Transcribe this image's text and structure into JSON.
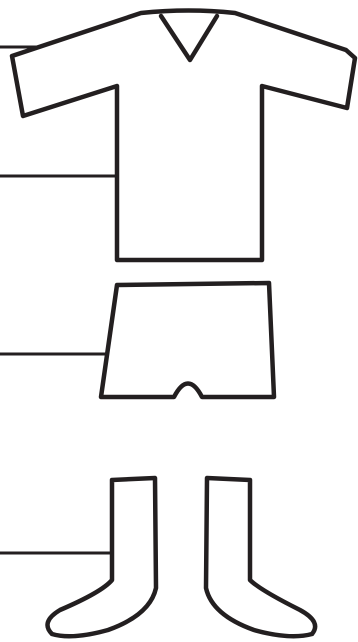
{
  "diagram": {
    "parts": [
      {
        "id": "shirt",
        "name": "shirt"
      },
      {
        "id": "shorts",
        "name": "shorts"
      },
      {
        "id": "socks",
        "name": "socks"
      }
    ],
    "colors": {
      "line": "#231f20",
      "fill": "#ffffff",
      "background": "#ffffff"
    }
  }
}
